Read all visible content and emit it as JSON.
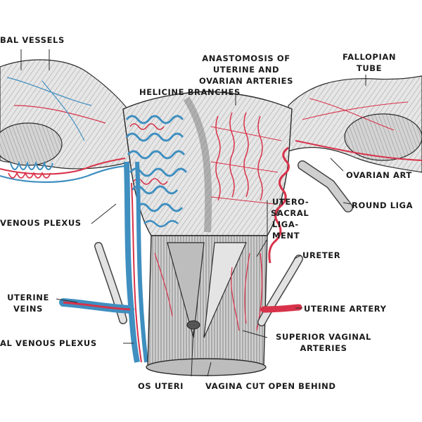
{
  "figure": {
    "labels": {
      "tubal_vessels": "BAL VESSELS",
      "anastomosis_line1": "ANASTOMOSIS OF",
      "anastomosis_line2": "UTERINE AND",
      "anastomosis_line3": "OVARIAN ARTERIES",
      "fallopian_line1": "FALLOPIAN",
      "fallopian_line2": "TUBE",
      "helicine": "HELICINE BRANCHES",
      "ovarian_artery": "OVARIAN ART",
      "round_ligament": "ROUND LIGA",
      "venous_plexus": "VENOUS PLEXUS",
      "uterosacral_line1": "UTERO-",
      "uterosacral_line2": "SACRAL",
      "uterosacral_line3": "LIGA-",
      "uterosacral_line4": "MENT",
      "ureter": "URETER",
      "uterine_veins_line1": "UTERINE",
      "uterine_veins_line2": "VEINS",
      "uterine_artery": "UTERINE ARTERY",
      "superior_vaginal_line1": "SUPERIOR VAGINAL",
      "superior_vaginal_line2": "ARTERIES",
      "vaginal_venous_plexus": "AL VENOUS PLEXUS",
      "os_uteri": "OS UTERI",
      "vagina": "VAGINA CUT OPEN BEHIND"
    },
    "colors": {
      "artery": "#d8324a",
      "vein": "#3f8fc0",
      "tissue": "#dcdcdc",
      "tissue_dark": "#9a9a9a",
      "line": "#2a2a2a"
    }
  }
}
